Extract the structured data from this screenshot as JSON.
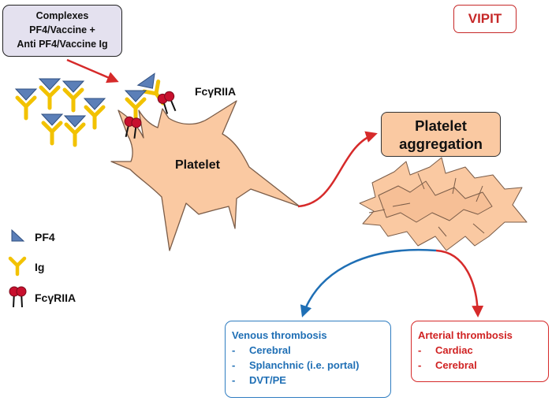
{
  "complexes_box": {
    "line1": "Complexes",
    "line2": "PF4/Vaccine +",
    "line3": "Anti PF4/Vaccine Ig"
  },
  "vipit_label": "VIPIT",
  "receptor_label": "FcγRIIA",
  "platelet_label": "Platelet",
  "aggregation_box": {
    "line1": "Platelet",
    "line2": "aggregation"
  },
  "legend": [
    {
      "icon": "pf4-triangle-icon",
      "label": "PF4"
    },
    {
      "icon": "ig-y-icon",
      "label": "Ig"
    },
    {
      "icon": "fcgriia-receptor-icon",
      "label": "FcγRIIA"
    }
  ],
  "venous_box": {
    "title": "Venous thrombosis",
    "items": [
      "Cerebral",
      "Splanchnic (i.e. portal)",
      "DVT/PE"
    ]
  },
  "arterial_box": {
    "title": "Arterial thrombosis",
    "items": [
      "Cardiac",
      "Cerebral"
    ]
  },
  "list_marker": "-",
  "colors": {
    "platelet_fill": "#fac9a2",
    "pf4": "#5b7fb8",
    "ig": "#f2c200",
    "receptor": "#c8102e",
    "venous": "#1f6fb5",
    "arterial": "#d02222"
  }
}
